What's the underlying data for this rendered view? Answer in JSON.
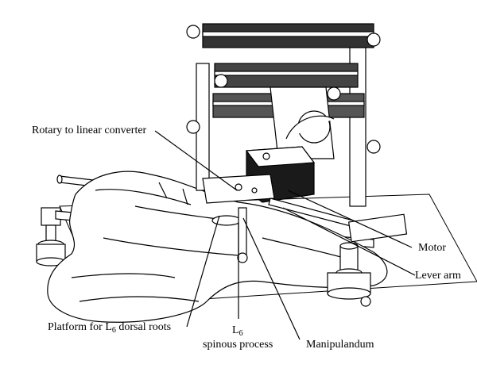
{
  "labels": {
    "rotary": "Rotary to linear converter",
    "motor": "Motor",
    "lever": "Lever arm",
    "platform_prefix": "Platform for L",
    "platform_sub": "6",
    "platform_suffix": " dorsal roots",
    "l6_main": "L",
    "l6_sub": "6",
    "spinous": "spinous process",
    "manip": "Manipulandum"
  }
}
